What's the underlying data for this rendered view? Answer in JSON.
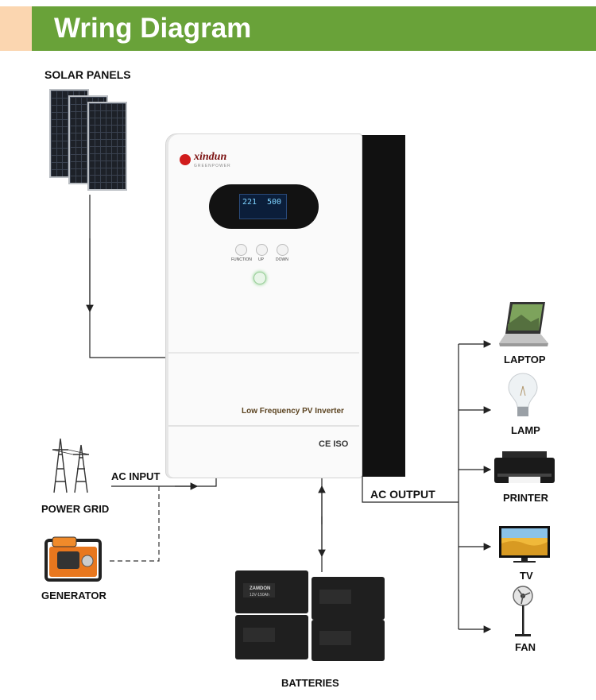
{
  "header": {
    "title": "Wring Diagram",
    "bar_color": "#69a239",
    "accent_color": "#fbd6b0"
  },
  "inverter": {
    "brand": "xindun",
    "brand_sub": "GREENPOWER",
    "lcd_left": "221",
    "lcd_right": "500",
    "buttons": [
      "FUNCTION",
      "UP",
      "DOWN"
    ],
    "model_label": "Low Frequency PV Inverter",
    "cert_marks": "CE ISO"
  },
  "sources": {
    "solar_panels": "SOLAR PANELS",
    "ac_input": "AC INPUT",
    "power_grid": "POWER GRID",
    "generator": "GENERATOR"
  },
  "storage": {
    "batteries": "BATTERIES",
    "battery_brand": "ZAMDON",
    "battery_spec": "12V-150Ah"
  },
  "outputs": {
    "ac_output": "AC OUTPUT",
    "loads": [
      "LAPTOP",
      "LAMP",
      "PRINTER",
      "TV",
      "FAN"
    ]
  },
  "icons": [
    "solar-panel-icon",
    "transmission-tower-icon",
    "generator-icon",
    "battery-icon",
    "laptop-icon",
    "lamp-icon",
    "printer-icon",
    "tv-icon",
    "fan-icon"
  ]
}
